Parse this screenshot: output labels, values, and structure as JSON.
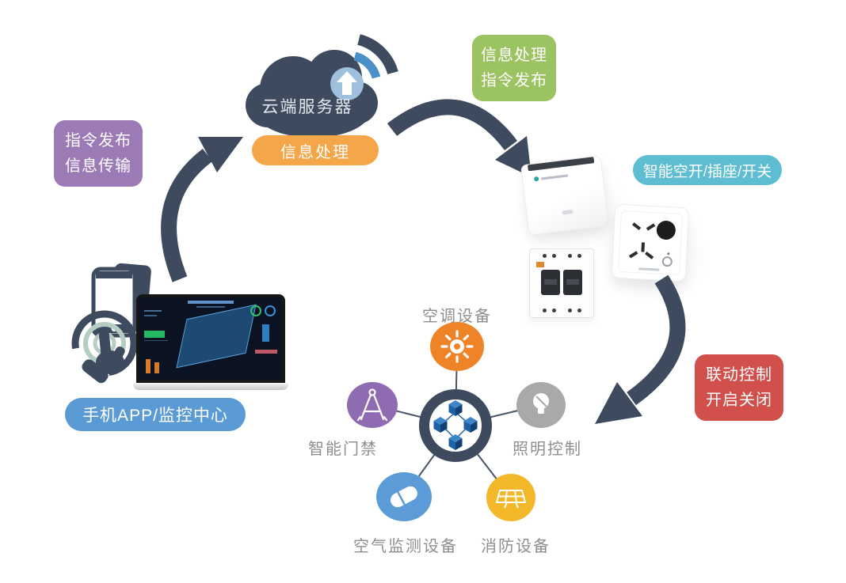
{
  "badges": {
    "command_publish": {
      "line1": "指令发布",
      "line2": "信息传输",
      "color": "#9b7ab5"
    },
    "info_process_publish": {
      "line1": "信息处理",
      "line2": "指令发布",
      "color": "#9cc361"
    },
    "linkage": {
      "line1": "联动控制",
      "line2": "开启关闭",
      "color": "#d1504b"
    }
  },
  "pills": {
    "info_processing": {
      "label": "信息处理",
      "color": "#f4a648"
    },
    "smart_devices": {
      "label": "智能空开/插座/开关",
      "color": "#5fbdd1"
    },
    "mobile_app": {
      "label": "手机APP/监控中心",
      "color": "#5b9bd5"
    }
  },
  "cloud": {
    "label": "云端服务器",
    "color": "#3e4a5e"
  },
  "hub": {
    "center_icon": "linked-cubes-icon",
    "ring_color": "#3e4a5e",
    "nodes": [
      {
        "id": "hvac",
        "label": "空调设备",
        "icon": "sun-icon",
        "color": "#ee8427"
      },
      {
        "id": "access-control",
        "label": "智能门禁",
        "icon": "drafting-compass-icon",
        "color": "#8f6cb2"
      },
      {
        "id": "lighting",
        "label": "照明控制",
        "icon": "bulb-icon",
        "color": "#a9a9a9"
      },
      {
        "id": "air-monitor",
        "label": "空气监测设备",
        "icon": "capsule-icon",
        "color": "#5b9bd8"
      },
      {
        "id": "fire-equipment",
        "label": "消防设备",
        "icon": "solar-panel-icon",
        "color": "#f3b82a"
      }
    ]
  },
  "arrows": {
    "color": "#3e4a5e"
  }
}
